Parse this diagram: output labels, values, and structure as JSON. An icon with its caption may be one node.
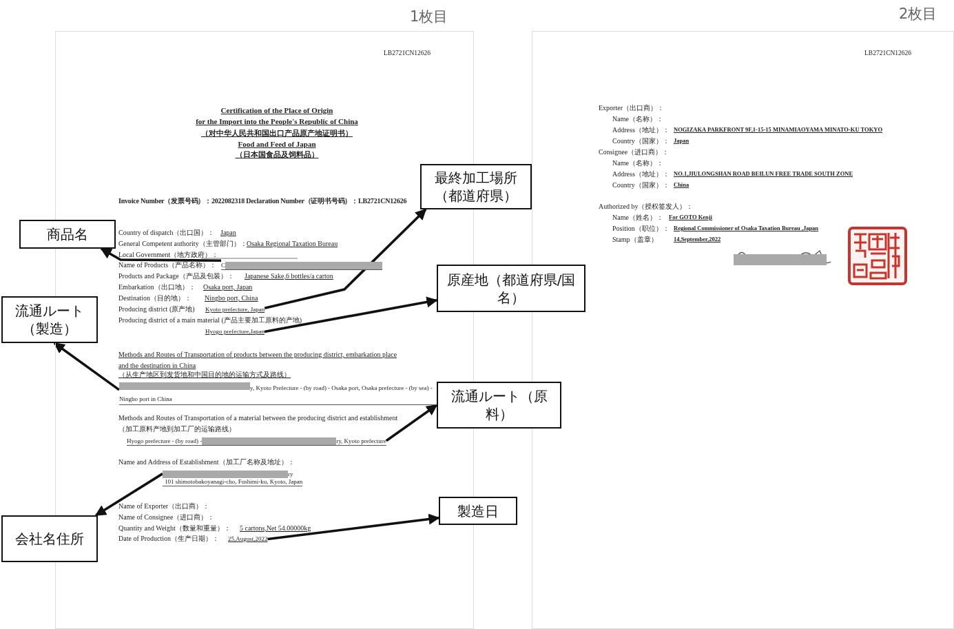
{
  "diagram": {
    "nodes": [
      {
        "text": [
          "1枚目"
        ]
      },
      {
        "text": [
          "2枚目"
        ]
      },
      {
        "text": [
          "商品名"
        ]
      },
      {
        "text": [
          "C"
        ],
        "in": 0
      },
      {
        "text": [
          "最終加工場所（都道府県）"
        ]
      },
      {
        "text": [
          "Kyoto prefecture, Japan"
        ],
        "in": 0
      },
      {
        "text": [
          "原産地（都道府県/国名）"
        ]
      },
      {
        "text": [
          "流通ルート（製造）"
        ]
      },
      {
        "text": [
          "Hyogo prefecture,Japan"
        ],
        "in": 0
      },
      {
        "text": [
          "y, Kyoto Prefecture - (by road) - Osaka port, Osaka prefecture - (by sea) - Ningbo port in China"
        ],
        "in": 0
      },
      {
        "text": [
          "流通ルート（原料）"
        ]
      },
      {
        "text": [
          "Hyogo prefecture - (by road) -",
          "ry, Kyoto prefecture"
        ],
        "in": 0
      },
      {
        "text": [
          "会社名住所"
        ]
      },
      {
        "text": [
          "ry",
          "101 shimotobakoyanagi-cho, Fushimi-ku, Kyoto, Japan"
        ],
        "in": 0
      },
      {
        "text": [
          "製造日"
        ]
      },
      {
        "text": [
          "25,August,2022"
        ],
        "in": 0
      }
    ],
    "edges": [
      {
        "from": 3,
        "to": 2,
        "arrow": "to"
      },
      {
        "from": 5,
        "to": 4,
        "arrow": "to"
      },
      {
        "from": 8,
        "to": 6,
        "arrow": "to"
      },
      {
        "from": 9,
        "to": 7,
        "arrow": "to"
      },
      {
        "from": 11,
        "to": 10,
        "arrow": "to"
      },
      {
        "from": 13,
        "to": 12,
        "arrow": "to"
      },
      {
        "from": 15,
        "to": 14,
        "arrow": "to"
      }
    ],
    "labels": [
      "LB2721CN12626",
      "Certification of the Place of Origin",
      "for the Import into the People's Republic of China",
      "（对中华人民共和国出口产品原产地证明书）",
      "Food and Feed of Japan",
      "（日本国食品及饲料品）",
      "Invoice Number（发票号码）：2022082318 Declaration Number（证明书号码）：LB2721CN12626",
      "Country of dispatch（出口国）：",
      "Japan",
      "General Competent authority（主管部门）：",
      "Osaka Regional Taxation Bureau",
      "Local Government（地方政府）：",
      "Name of Products（产品名称）：",
      "Products and Package（产品及包装）：",
      "Japanese Sake,6 bottles/a carton",
      "Embarkation（出口地）：",
      "Osaka port, Japan",
      "Destination（目的地）：",
      "Ningbo port, China",
      "Producing district (原产地)",
      "Producing district of a main material (产品主要加工原料的产地)",
      "Methods and Routes of Transportation of products between the producing district, embarkation place and the destination in China",
      "（从生产地区到发货地和中国目的地的运输方式及路线）",
      "Methods and Routes of Transportation of a material between the producing district and establishment",
      "（加工原料产地到加工厂的运输路线）",
      "Name and Address of Establishment（加工厂名称及地址）：",
      "Name of Exporter（出口商）：",
      "Name of Consignee（进口商）：",
      "Quantity and Weight（数量和重量）：",
      "5 cartons,Net 54.00000kg",
      "Date of Production（生产日期）：",
      "LB2721CN12626",
      "Exporter（出口商）：",
      "Name（名称）：",
      "Address（地址）：",
      "NOGIZAKA PARKFRONT 9F,1-15-15 MINAMIAOYAMA MINATO-KU TOKYO",
      "Country（国家）：",
      "Japan",
      "Consignee（进口商）：",
      "Name（名称）：",
      "Address（地址）：",
      "NO.1,JIULONGSHAN ROAD BEILUN FREE TRADE SOUTH ZONE",
      "Country（国家）：",
      "China",
      "Authorized by（授权签发人）：",
      "Name（姓名）：",
      "For GOTO Kenji",
      "Position（职位）：",
      "Regional Commissioner of Osaka Taxation Bureau ,Japan",
      "Stamp（盖章）",
      "14,September,2022"
    ]
  }
}
